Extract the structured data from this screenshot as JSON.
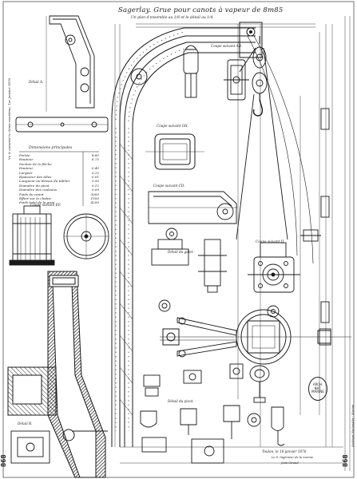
{
  "sheet": {
    "title": "Sagerlay. Grue pour canots à vapeur de 8m85",
    "scale_note": "Un plan d'ensemble au 1/8 et le détail au 1/4",
    "left_margin_note": "Vu & autorisé le Génie maritime, 1er Janvier 1876",
    "signature_block": {
      "place_date": "Toulon, le 18 janvier 1876",
      "line2": "Le S. Ingénieur de la marine",
      "line3": "Jean Giraud"
    },
    "sheet_number_left": "868",
    "sheet_number_right": "868",
    "stamp_text": "ARCH. NAT. MARINE",
    "right_margin_note": "Archives Nationales - Marine"
  },
  "labels": {
    "coupe_ab": "Coupe suivant AB.",
    "coupe_cd": "Coupe suivant CD.",
    "coupe_ef": "Coupe suivant EF.",
    "coupe_gh": "Coupe suivant GH.",
    "coupe_ij": "Coupe suivant IJ.",
    "detail_galet": "Détail du galet.",
    "detail_pivot": "Détail du pivot.",
    "detail_a": "Détail A.",
    "detail_b": "Détail B."
  },
  "dimensions_table": {
    "title": "Dimensions principales",
    "rows": [
      {
        "label": "Portée",
        "value": "8.85"
      },
      {
        "label": "Hauteur",
        "value": "6.75"
      },
      {
        "label": "Section de la flèche",
        "value": ""
      },
      {
        "label": "Hauteur",
        "value": "0.40"
      },
      {
        "label": "Largeur",
        "value": "0.20"
      },
      {
        "label": "Epaisseur des tôles",
        "value": "0.01"
      },
      {
        "label": "Longueur au-dessus du tablier",
        "value": "3.50"
      },
      {
        "label": "Diamètre du pivot",
        "value": "0.12"
      },
      {
        "label": "Diamètre des rouleaux",
        "value": "0.09"
      },
      {
        "label": "Poids du canot",
        "value": "3000"
      },
      {
        "label": "Effort sur la chaîne",
        "value": "1500"
      },
      {
        "label": "Poids total de la grue",
        "value": "4200"
      }
    ]
  }
}
